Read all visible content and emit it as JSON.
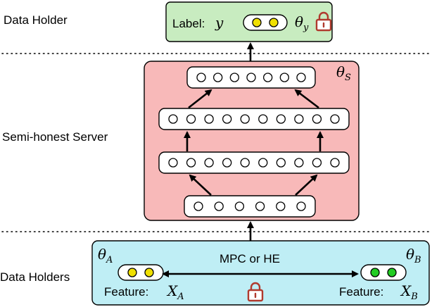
{
  "tiers": {
    "top_holder": "Data Holder",
    "server": "Semi-honest Server",
    "bottom_holders": "Data Holders"
  },
  "label_box": {
    "label_text": "Label:",
    "label_var": "y",
    "theta": "θ",
    "theta_sub": "y",
    "node_colors": [
      "#f0e000",
      "#f0e000"
    ],
    "fill": "#c8ecc0"
  },
  "server_box": {
    "theta": "θ",
    "theta_sub": "S",
    "fill": "#f8b9b9",
    "layers": [
      7,
      10,
      10,
      6
    ]
  },
  "holders_box": {
    "fill": "#bfeef5",
    "channel": "MPC or HE",
    "theta_a": "θ",
    "theta_a_sub": "A",
    "theta_b": "θ",
    "theta_b_sub": "B",
    "feature_a_label": "Feature:",
    "feature_a_var": "X",
    "feature_a_sub": "A",
    "feature_b_label": "Feature:",
    "feature_b_var": "X",
    "feature_b_sub": "B",
    "node_colors_a": [
      "#f0e000",
      "#f0e000"
    ],
    "node_colors_b": [
      "#22cc22",
      "#22cc22"
    ]
  },
  "lock_color": "#b03a2e"
}
